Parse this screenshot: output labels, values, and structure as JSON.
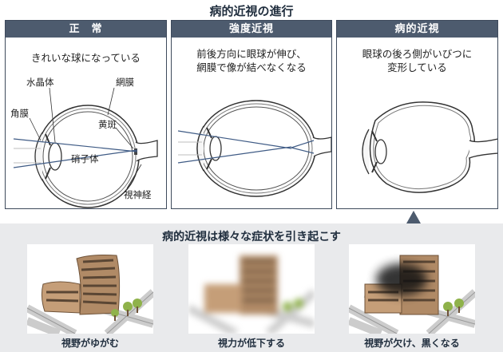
{
  "title": "病的近視の進行",
  "panels": [
    {
      "header": "正　常",
      "description": [
        "きれいな球になっている"
      ],
      "labels": {
        "lens": "水晶体",
        "retina": "網膜",
        "cornea": "角膜",
        "macula": "黄斑",
        "vitreous": "硝子体",
        "optic_nerve": "視神経"
      }
    },
    {
      "header": "強度近視",
      "description": [
        "前後方向に眼球が伸び、",
        "網膜で像が結べなくなる"
      ]
    },
    {
      "header": "病的近視",
      "description": [
        "眼球の後ろ側がいびつに",
        "変形している"
      ]
    }
  ],
  "bottom": {
    "title": "病的近視は様々な症状を引き起こす",
    "items": [
      {
        "caption": "視野がゆがむ",
        "effect": "distortion"
      },
      {
        "caption": "視力が低下する",
        "effect": "blur"
      },
      {
        "caption": "視野が欠け、黒くなる",
        "effect": "dark-spot"
      }
    ]
  },
  "colors": {
    "header_bg": "#4d5b6e",
    "building": "#b08a66",
    "tree": "#8fb24a",
    "bottom_bg": "#e9eaec"
  }
}
